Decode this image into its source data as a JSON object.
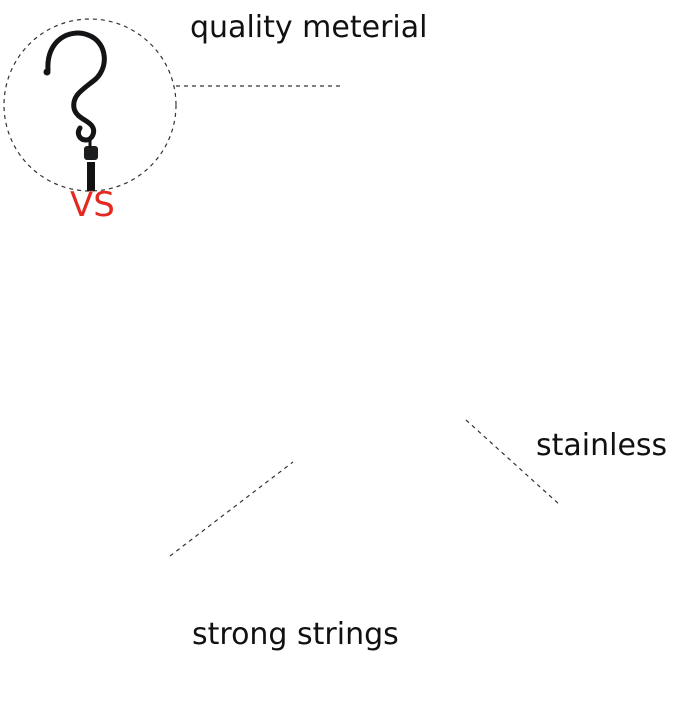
{
  "labels": {
    "quality": "quality meterial",
    "vs": "VS",
    "stainless": "stainless",
    "strings": "strong strings"
  },
  "colors": {
    "accent_red": "#e32a20",
    "turquoise": "#3fb9c4",
    "dark_stone": "#1f2a2f",
    "ball": "#141618",
    "rust": "#6b3a22"
  },
  "icons": {
    "hook_good": "black-s-hook-icon",
    "hook_bad": "rusty-s-hook-icon",
    "rope": "rope-strings-icon"
  }
}
